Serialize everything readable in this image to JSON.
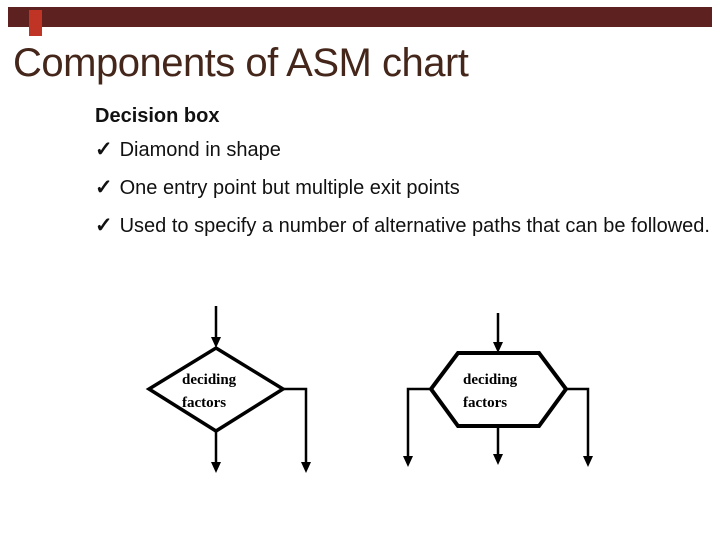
{
  "slide": {
    "title": "Components of ASM chart",
    "heading": "Decision box",
    "bullets": [
      {
        "check": "✓",
        "text": "Diamond in shape"
      },
      {
        "check": "✓",
        "text": "One entry point but multiple exit points"
      },
      {
        "check": "✓",
        "text": "Used to specify a number of alternative paths that can be followed."
      }
    ],
    "colors": {
      "top_bar": "#5d2120",
      "accent": "#c03425",
      "title": "#44261a",
      "body_text": "#111111",
      "diagram_line": "#000000",
      "background": "#ffffff"
    }
  },
  "diagrams": {
    "diamond": {
      "label_line1": "deciding",
      "label_line2": "factors"
    },
    "hexagon": {
      "label_line1": "deciding",
      "label_line2": "factors"
    }
  }
}
